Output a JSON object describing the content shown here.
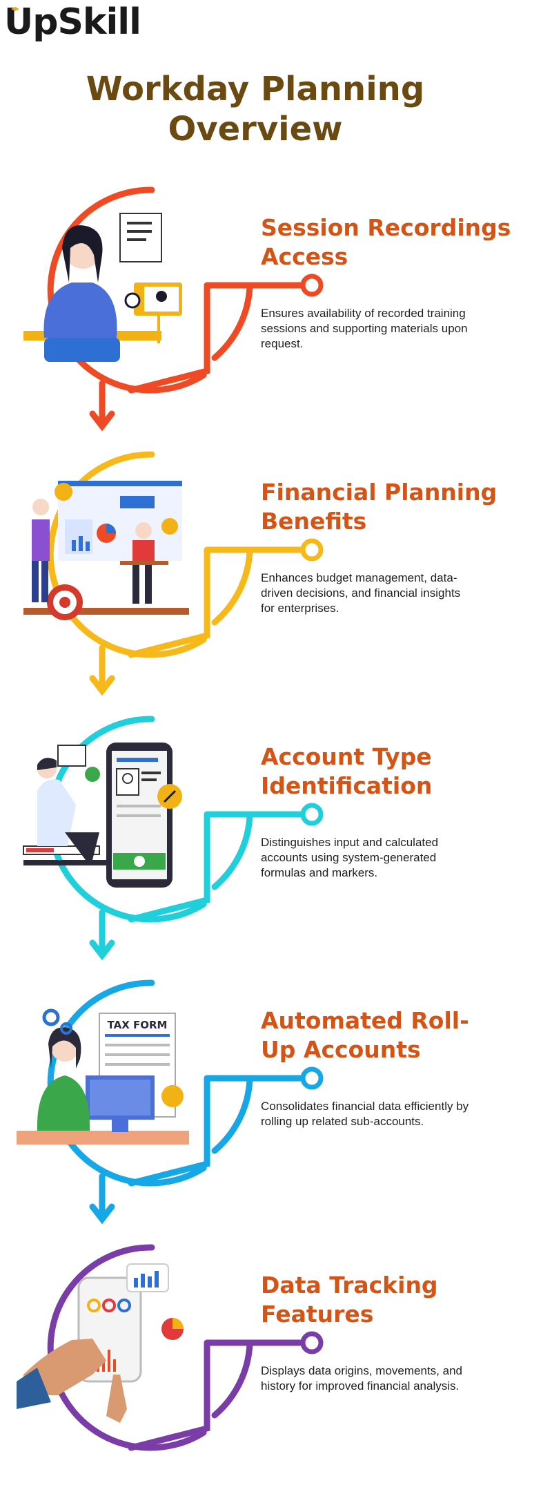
{
  "brand": {
    "logo_text": "UpSkill",
    "cap_color": "#f2a51a"
  },
  "page": {
    "title": "Workday Planning\nOverview",
    "title_color": "#6b4a12"
  },
  "steps": [
    {
      "title": "Session Recordings\nAccess",
      "desc": "Ensures availability of recorded training sessions and supporting materials upon request.",
      "color": "#f04a24",
      "icon": "video-training-icon"
    },
    {
      "title": "Financial Planning\nBenefits",
      "desc": "Enhances budget management, data-driven decisions, and financial insights for enterprises.",
      "color": "#f7b81a",
      "icon": "budget-plan-icon"
    },
    {
      "title": "Account Type\nIdentification",
      "desc": "Distinguishes input and calculated accounts using system-generated formulas and markers.",
      "color": "#1fcfdc",
      "icon": "account-form-icon"
    },
    {
      "title": "Automated Roll-\nUp Accounts",
      "desc": "Consolidates financial data efficiently by rolling up related sub-accounts.",
      "color": "#16a7e6",
      "icon": "tax-form-icon",
      "badge_text": "TAX FORM"
    },
    {
      "title": "Data Tracking\nFeatures",
      "desc": "Displays data origins, movements, and history for improved financial analysis.",
      "color": "#7a3da8",
      "icon": "data-dashboard-icon"
    }
  ]
}
